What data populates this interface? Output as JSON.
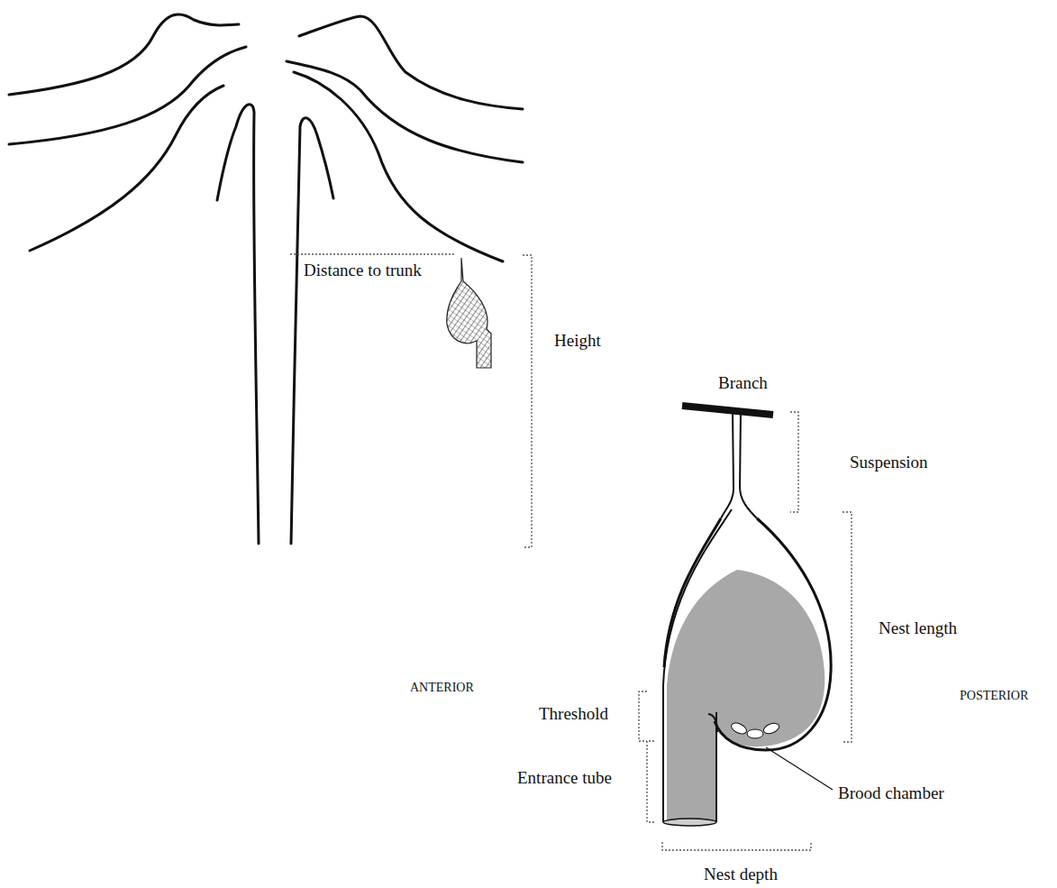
{
  "diagram": {
    "labels": [
      "Distance to trunk",
      "Height",
      "Branch",
      "Suspension",
      "Nest length",
      "ANTERIOR",
      "POSTERIOR",
      "Threshold",
      "Entrance tube",
      "Brood chamber",
      "Nest depth"
    ]
  }
}
